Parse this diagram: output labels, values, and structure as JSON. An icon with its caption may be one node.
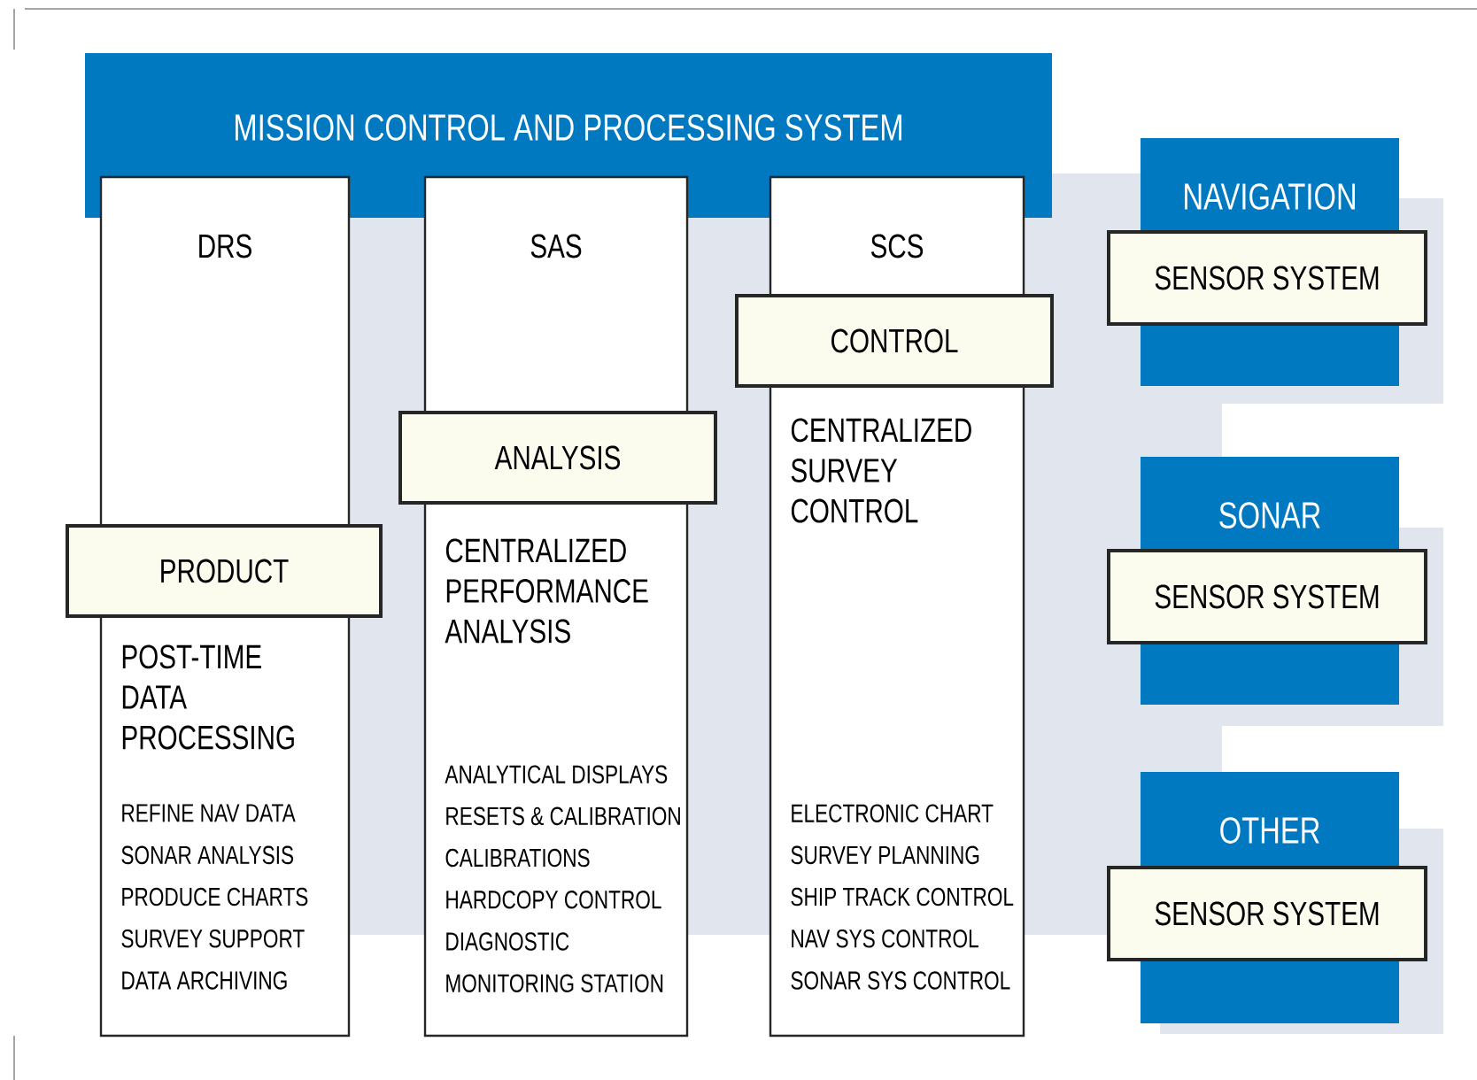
{
  "diagram": {
    "nodes": [
      {
        "text": [
          "MISSION CONTROL AND PROCESSING SYSTEM"
        ]
      },
      {
        "text": [
          "DRS",
          "POST-TIME DATA PROCESSING",
          "REFINE NAV DATA",
          "SONAR ANALYSIS",
          "PRODUCE CHARTS",
          "SURVEY SUPPORT",
          "DATA ARCHIVING"
        ]
      },
      {
        "text": [
          "PRODUCT"
        ]
      },
      {
        "text": [
          "SAS",
          "CENTRALIZED PERFORMANCE ANALYSIS",
          "ANALYTICAL DISPLAYS",
          "RESETS & CALIBRATION",
          "CALIBRATIONS",
          "HARDCOPY CONTROL",
          "DIAGNOSTIC",
          "MONITORING STATION"
        ]
      },
      {
        "text": [
          "ANALYSIS"
        ]
      },
      {
        "text": [
          "SCS",
          "CENTRALIZED SURVEY CONTROL",
          "ELECTRONIC CHART",
          "SURVEY PLANNING",
          "SHIP TRACK CONTROL",
          "NAV SYS CONTROL",
          "SONAR SYS CONTROL"
        ]
      },
      {
        "text": [
          "CONTROL"
        ]
      },
      {
        "text": [
          "NAVIGATION"
        ]
      },
      {
        "text": [
          "SENSOR SYSTEM"
        ]
      },
      {
        "text": [
          "SONAR"
        ]
      },
      {
        "text": [
          "SENSOR SYSTEM"
        ]
      },
      {
        "text": [
          "OTHER"
        ]
      },
      {
        "text": [
          "SENSOR SYSTEM"
        ]
      }
    ],
    "edges": []
  }
}
